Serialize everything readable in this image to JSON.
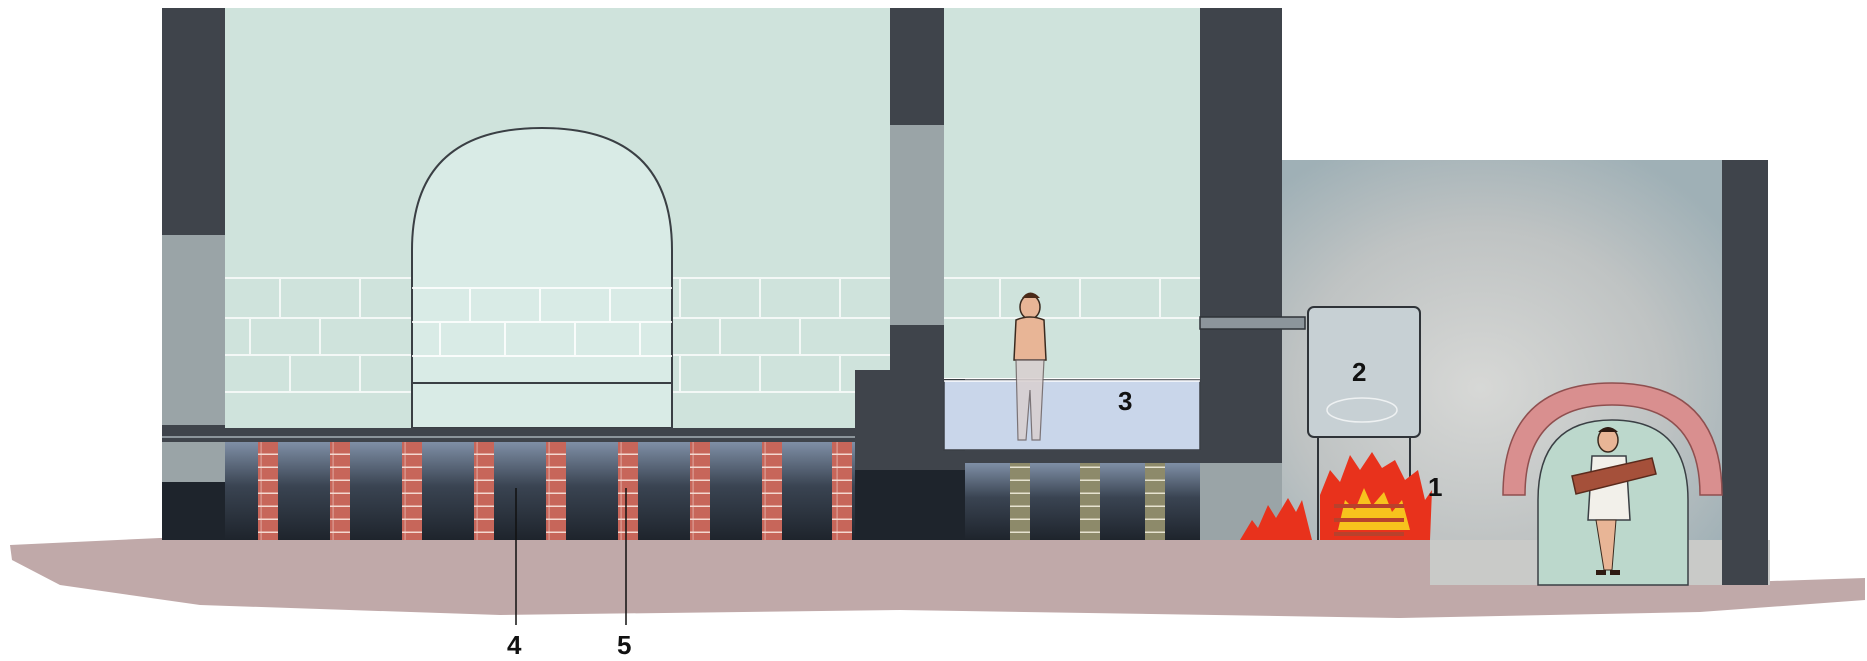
{
  "diagram": {
    "labels": [
      {
        "id": "1",
        "text": "1"
      },
      {
        "id": "2",
        "text": "2"
      },
      {
        "id": "3",
        "text": "3"
      },
      {
        "id": "4",
        "text": "4"
      },
      {
        "id": "5",
        "text": "5"
      }
    ]
  },
  "colors": {
    "wall_dark": "#3f444b",
    "wall_mid": "#9aa4a7",
    "room_green": "#cfe3dc",
    "pool_water": "#c9d6ea",
    "ground": "#c0a9a9",
    "brick": "#c7665a",
    "fire": "#e8321c",
    "furnace_room": "#c9cac8",
    "arch_brick": "#d98f8f"
  }
}
